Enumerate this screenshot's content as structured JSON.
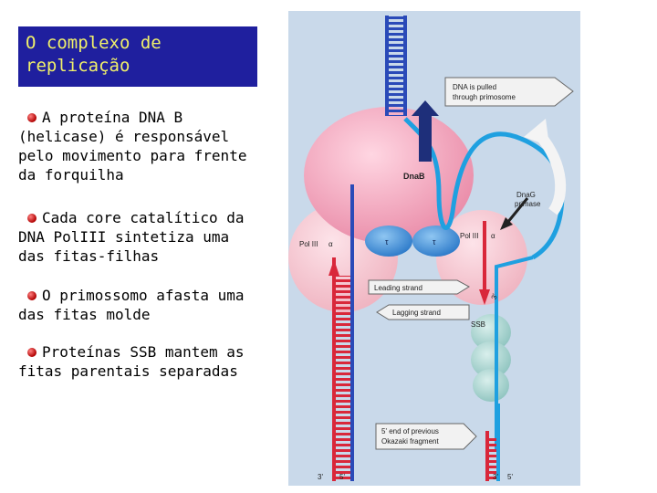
{
  "title": {
    "line1": "O complexo de",
    "line2": "replicação"
  },
  "bullets": [
    {
      "text": "A proteína DNA B (helicase) é responsável pelo movimento para frente da forquilha"
    },
    {
      "text": "Cada core catalítico da DNA PolIII sintetiza uma das fitas-filhas"
    },
    {
      "text": "O primossomo afasta uma das fitas molde"
    },
    {
      "text": "Proteínas SSB mantem as fitas parentais separadas"
    }
  ],
  "diagram": {
    "labels": {
      "dna_pulled_1": "DNA is pulled",
      "dna_pulled_2": "through primosome",
      "dnab": "DnaB",
      "dnag_1": "DnaG",
      "dnag_2": "primase",
      "pol3_left": "Pol III",
      "pol3_right": "Pol III",
      "alpha": "α",
      "tau": "τ",
      "leading": "Leading strand",
      "lagging": "Lagging strand",
      "ssb": "SSB",
      "okazaki_1": "5' end of previous",
      "okazaki_2": "Okazaki fragment",
      "three_prime": "3'",
      "five_prime": "5'"
    },
    "colors": {
      "panel": "#c9d9ea",
      "dnab": "#f3a7bd",
      "polymerase": "#f4c9d2",
      "tau": "#3a8fd9",
      "ssb": "#a9d4d0",
      "parental_strand": "#2a4ab8",
      "new_strand": "#d9273a",
      "lagging_template": "#1fa0e0",
      "label_box": "#f2f2f2"
    }
  }
}
